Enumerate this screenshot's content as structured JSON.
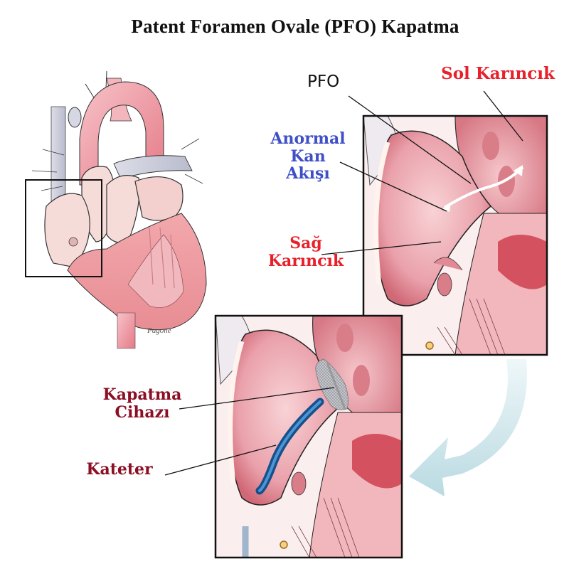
{
  "title": "Patent Foramen Ovale (PFO) Kapatma",
  "labels": {
    "pfo": "PFO",
    "sol_karincik": "Sol Karıncık",
    "anormal_kan_akisi": [
      "Anormal",
      "Kan",
      "Akışı"
    ],
    "sag_karincik": [
      "Sağ",
      "Karıncık"
    ],
    "kapatma_cihazi": [
      "Kapatma",
      "Cihazı"
    ],
    "kateter": "Kateter"
  },
  "signature": "Pagone",
  "colors": {
    "red_label": "#e8202a",
    "blue_label": "#3f4fc8",
    "maroon_label": "#8b0f25",
    "catheter": "#1f63a6",
    "transition_arrow": "#b9dbe3",
    "tissue": "#f0a9b1"
  },
  "panels": [
    {
      "name": "full-heart",
      "description": "Overview heart illustration with inset box around right atrium"
    },
    {
      "name": "pfo-detail",
      "description": "Close-up showing PFO with bidirectional abnormal blood flow arrow"
    },
    {
      "name": "closure-detail",
      "description": "Close-up showing closure device deployed via catheter"
    }
  ]
}
